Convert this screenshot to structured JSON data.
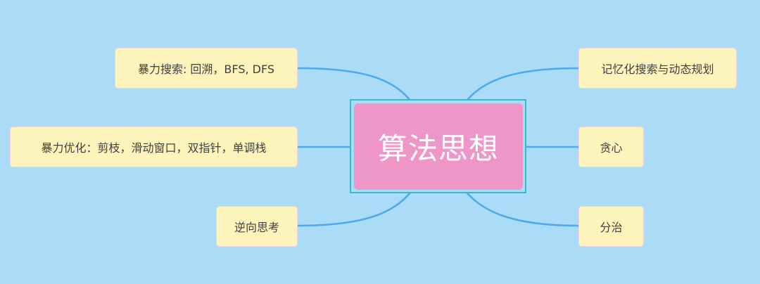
{
  "mindmap": {
    "center": {
      "label": "算法思想"
    },
    "branches_left": [
      {
        "label": "暴力搜索: 回溯，BFS, DFS"
      },
      {
        "label": "暴力优化：剪枝，滑动窗口，双指针，单调栈"
      },
      {
        "label": "逆向思考"
      }
    ],
    "branches_right": [
      {
        "label": "记忆化搜索与动态规划"
      },
      {
        "label": "贪心"
      },
      {
        "label": "分治"
      }
    ],
    "colors": {
      "background": "#aadcf8",
      "connector": "#4fa8ee",
      "center_fill": "#ef96c8",
      "center_frame": "#35bdc9",
      "branch_fill": "#fdf4bc",
      "branch_border": "#f0d5e0"
    }
  }
}
